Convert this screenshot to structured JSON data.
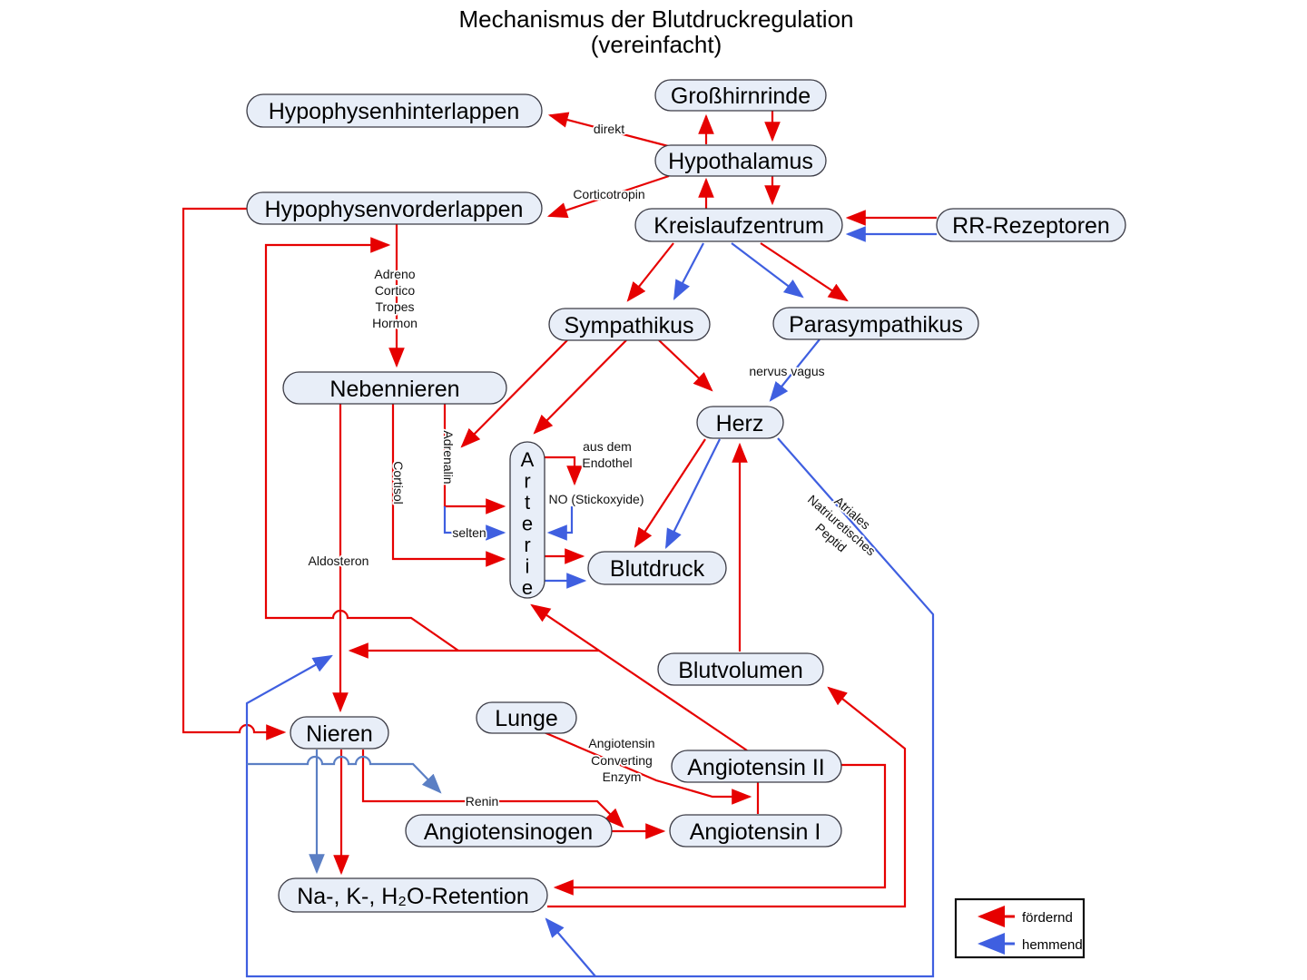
{
  "title": {
    "line1": "Mechanismus der Blutdruckregulation",
    "line2": "(vereinfacht)"
  },
  "nodes": {
    "grosshirnrinde": {
      "label": "Großhirnrinde"
    },
    "hypothalamus": {
      "label": "Hypothalamus"
    },
    "kreislaufzentrum": {
      "label": "Kreislaufzentrum"
    },
    "rr_rezeptoren": {
      "label": "RR-Rezeptoren"
    },
    "hypophysenhinterlappen": {
      "label": "Hypophysenhinterlappen"
    },
    "hypophysenvorderlappen": {
      "label": "Hypophysenvorderlappen"
    },
    "sympathikus": {
      "label": "Sympathikus"
    },
    "parasympathikus": {
      "label": "Parasympathikus"
    },
    "nebennieren": {
      "label": "Nebennieren"
    },
    "herz": {
      "label": "Herz"
    },
    "arterie": {
      "label": "Arterie"
    },
    "blutdruck": {
      "label": "Blutdruck"
    },
    "blutvolumen": {
      "label": "Blutvolumen"
    },
    "nieren": {
      "label": "Nieren"
    },
    "lunge": {
      "label": "Lunge"
    },
    "angiotensin2": {
      "label": "Angiotensin II"
    },
    "angiotensinogen": {
      "label": "Angiotensinogen"
    },
    "angiotensin1": {
      "label": "Angiotensin I"
    },
    "retention": {
      "label": "Na-, K-, H₂O-Retention"
    }
  },
  "edge_labels": {
    "direkt": "direkt",
    "corticotropin": "Corticotropin",
    "acth": [
      "Adreno",
      "Cortico",
      "Tropes",
      "Hormon"
    ],
    "adrenalin": "Adrenalin",
    "cortisol": "Cortisol",
    "aldosteron": "Aldosteron",
    "nervus_vagus": "nervus vagus",
    "endothel": [
      "aus dem",
      "Endothel"
    ],
    "no": "NO (Stickoxyide)",
    "selten": "selten",
    "anp": [
      "Atriales",
      "Natriuretisches",
      "Peptid"
    ],
    "ace": [
      "Angiotensin",
      "Converting",
      "Enzym"
    ],
    "renin": "Renin"
  },
  "legend": {
    "foerdernd": "fördernd",
    "hemmend": "hemmend"
  },
  "colors": {
    "foerdernd_red": "#e60000",
    "hemmend_blue": "#3f5fe0",
    "hemmend_blue_soft": "#5b7fc4",
    "node_fill": "#e8eef8",
    "node_border": "#3c3c46"
  }
}
